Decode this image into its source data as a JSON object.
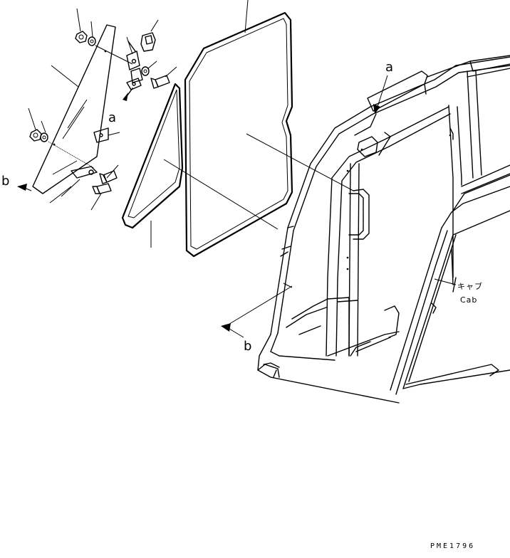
{
  "labels": {
    "a_top": "a",
    "a_mid": "a",
    "b_left": "b",
    "b_bottom": "b",
    "cab_jp": "キャブ",
    "cab_en": "Cab",
    "drawing_code": "PME1796"
  }
}
